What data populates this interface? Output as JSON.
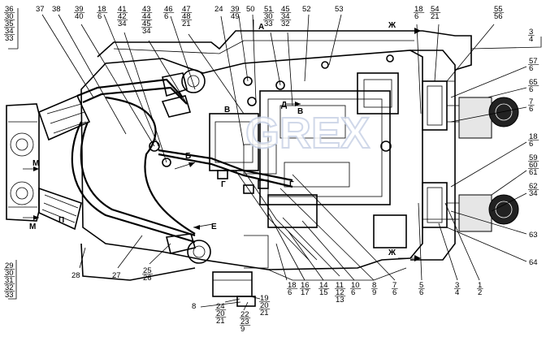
{
  "watermark": "GREX",
  "callouts_top": [
    {
      "key": "t1",
      "lines": [
        "36",
        "30",
        "35",
        "34",
        "33"
      ]
    },
    {
      "key": "t2",
      "lines": [
        "37"
      ]
    },
    {
      "key": "t3",
      "lines": [
        "38"
      ]
    },
    {
      "key": "t4",
      "lines": [
        "39",
        "40"
      ]
    },
    {
      "key": "t5",
      "lines": [
        "18",
        "6"
      ]
    },
    {
      "key": "t6",
      "lines": [
        "41",
        "42",
        "34"
      ]
    },
    {
      "key": "t7",
      "lines": [
        "43",
        "44",
        "45",
        "34"
      ]
    },
    {
      "key": "t8",
      "lines": [
        "46",
        "6"
      ]
    },
    {
      "key": "t9",
      "lines": [
        "47",
        "48",
        "21"
      ]
    },
    {
      "key": "t10",
      "lines": [
        "24"
      ]
    },
    {
      "key": "t11",
      "lines": [
        "39",
        "49"
      ]
    },
    {
      "key": "t12",
      "lines": [
        "50"
      ]
    },
    {
      "key": "t13",
      "lines": [
        "51",
        "30",
        "33"
      ]
    },
    {
      "key": "t14",
      "lines": [
        "45",
        "34",
        "32"
      ]
    },
    {
      "key": "t15",
      "lines": [
        "52"
      ]
    },
    {
      "key": "t16",
      "lines": [
        "53"
      ]
    },
    {
      "key": "t17",
      "lines": [
        "18",
        "6"
      ]
    },
    {
      "key": "t18",
      "lines": [
        "54",
        "21"
      ]
    },
    {
      "key": "t19",
      "lines": [
        "55",
        "56"
      ]
    }
  ],
  "callouts_right": [
    {
      "key": "r1",
      "lines": [
        "3",
        "4"
      ]
    },
    {
      "key": "r2",
      "lines": [
        "57",
        "6"
      ]
    },
    {
      "key": "r3",
      "lines": [
        "65",
        "6"
      ]
    },
    {
      "key": "r4",
      "lines": [
        "7",
        "6"
      ]
    },
    {
      "key": "r5",
      "lines": [
        "18",
        "6"
      ]
    },
    {
      "key": "r6",
      "lines": [
        "59",
        "60",
        "61"
      ]
    },
    {
      "key": "r7",
      "lines": [
        "62",
        "34"
      ]
    },
    {
      "key": "r8",
      "lines": [
        "63"
      ]
    },
    {
      "key": "r9",
      "lines": [
        "64"
      ]
    }
  ],
  "callouts_bottom": [
    {
      "key": "b1",
      "lines": [
        "29",
        "30",
        "31",
        "32",
        "33"
      ]
    },
    {
      "key": "b2",
      "lines": [
        "28"
      ]
    },
    {
      "key": "b3",
      "lines": [
        "27"
      ]
    },
    {
      "key": "b4",
      "lines": [
        "25",
        "26"
      ]
    },
    {
      "key": "b5",
      "lines": [
        "18",
        "6"
      ]
    },
    {
      "key": "b6",
      "lines": [
        "16",
        "17"
      ]
    },
    {
      "key": "b7",
      "lines": [
        "14",
        "15"
      ]
    },
    {
      "key": "b8",
      "lines": [
        "11",
        "12",
        "13"
      ]
    },
    {
      "key": "b9",
      "lines": [
        "10",
        "6"
      ]
    },
    {
      "key": "b10",
      "lines": [
        "8",
        "9"
      ]
    },
    {
      "key": "b11",
      "lines": [
        "7",
        "6"
      ]
    },
    {
      "key": "b12",
      "lines": [
        "5",
        "6"
      ]
    },
    {
      "key": "b13",
      "lines": [
        "3",
        "4"
      ]
    },
    {
      "key": "b14",
      "lines": [
        "1",
        "2"
      ]
    },
    {
      "key": "b15",
      "lines": [
        "8"
      ]
    },
    {
      "key": "b16",
      "lines": [
        "24",
        "20",
        "21"
      ]
    },
    {
      "key": "b17",
      "lines": [
        "22",
        "23",
        "9"
      ]
    },
    {
      "key": "b18",
      "lines": [
        "19",
        "20",
        "21"
      ]
    }
  ],
  "section_letters": {
    "A": "А",
    "Zh_top": "Ж",
    "Zh_bottom": "Ж",
    "V_left": "В",
    "V_right": "В",
    "D": "Д",
    "B": "Б",
    "G_left": "Г",
    "G_right": "Г",
    "E": "Е",
    "M_top": "М",
    "M_bottom": "М",
    "P": "П"
  }
}
